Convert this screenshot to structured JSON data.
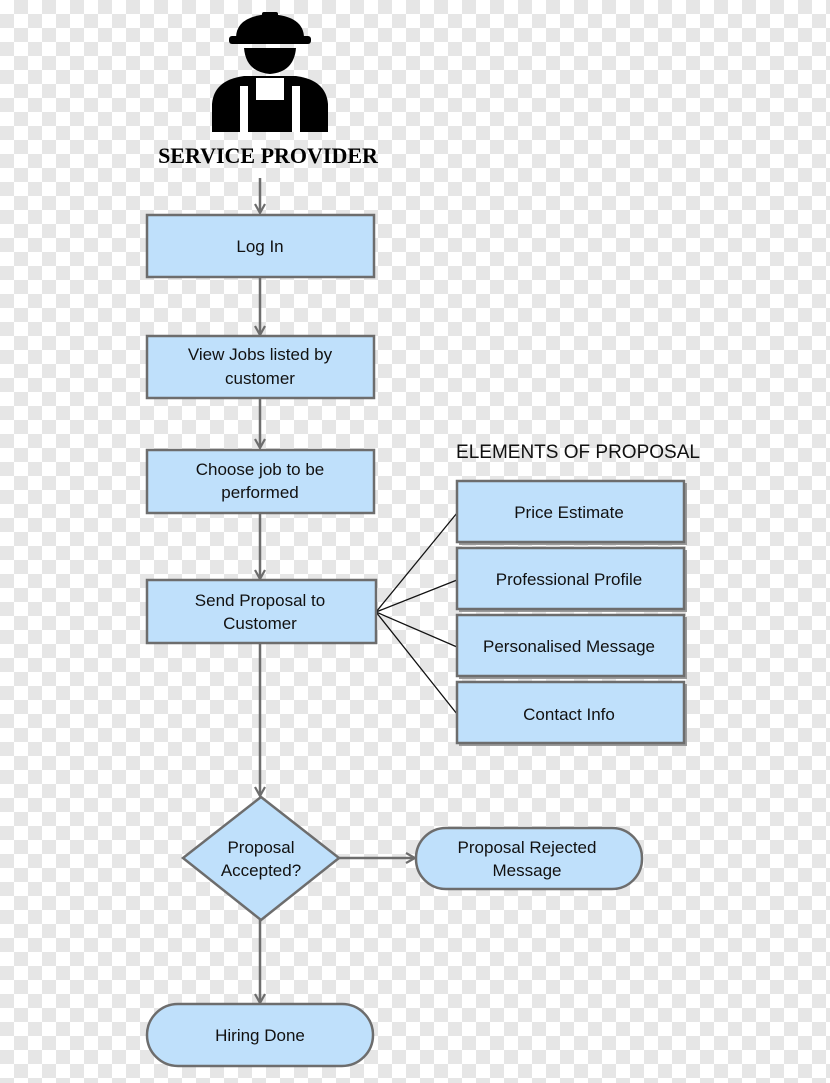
{
  "actor": {
    "icon": "construction-worker-icon",
    "label": "SERVICE PROVIDER"
  },
  "flow": {
    "login": "Log In",
    "view_jobs": [
      "View Jobs listed by",
      "customer"
    ],
    "choose_job": [
      "Choose job to be",
      "performed"
    ],
    "send_proposal": [
      "Send Proposal to",
      "Customer"
    ],
    "decision": [
      "Proposal",
      "Accepted?"
    ],
    "rejected": [
      "Proposal Rejected",
      "Message"
    ],
    "hiring_done": "Hiring Done"
  },
  "proposal_elements": {
    "header": "ELEMENTS OF PROPOSAL",
    "items": [
      "Price Estimate",
      "Professional Profile",
      "Personalised Message",
      "Contact Info"
    ]
  },
  "colors": {
    "node_fill": "#bfe0fb",
    "node_stroke": "#6d6d6d",
    "checker": "#e6e6e6"
  }
}
